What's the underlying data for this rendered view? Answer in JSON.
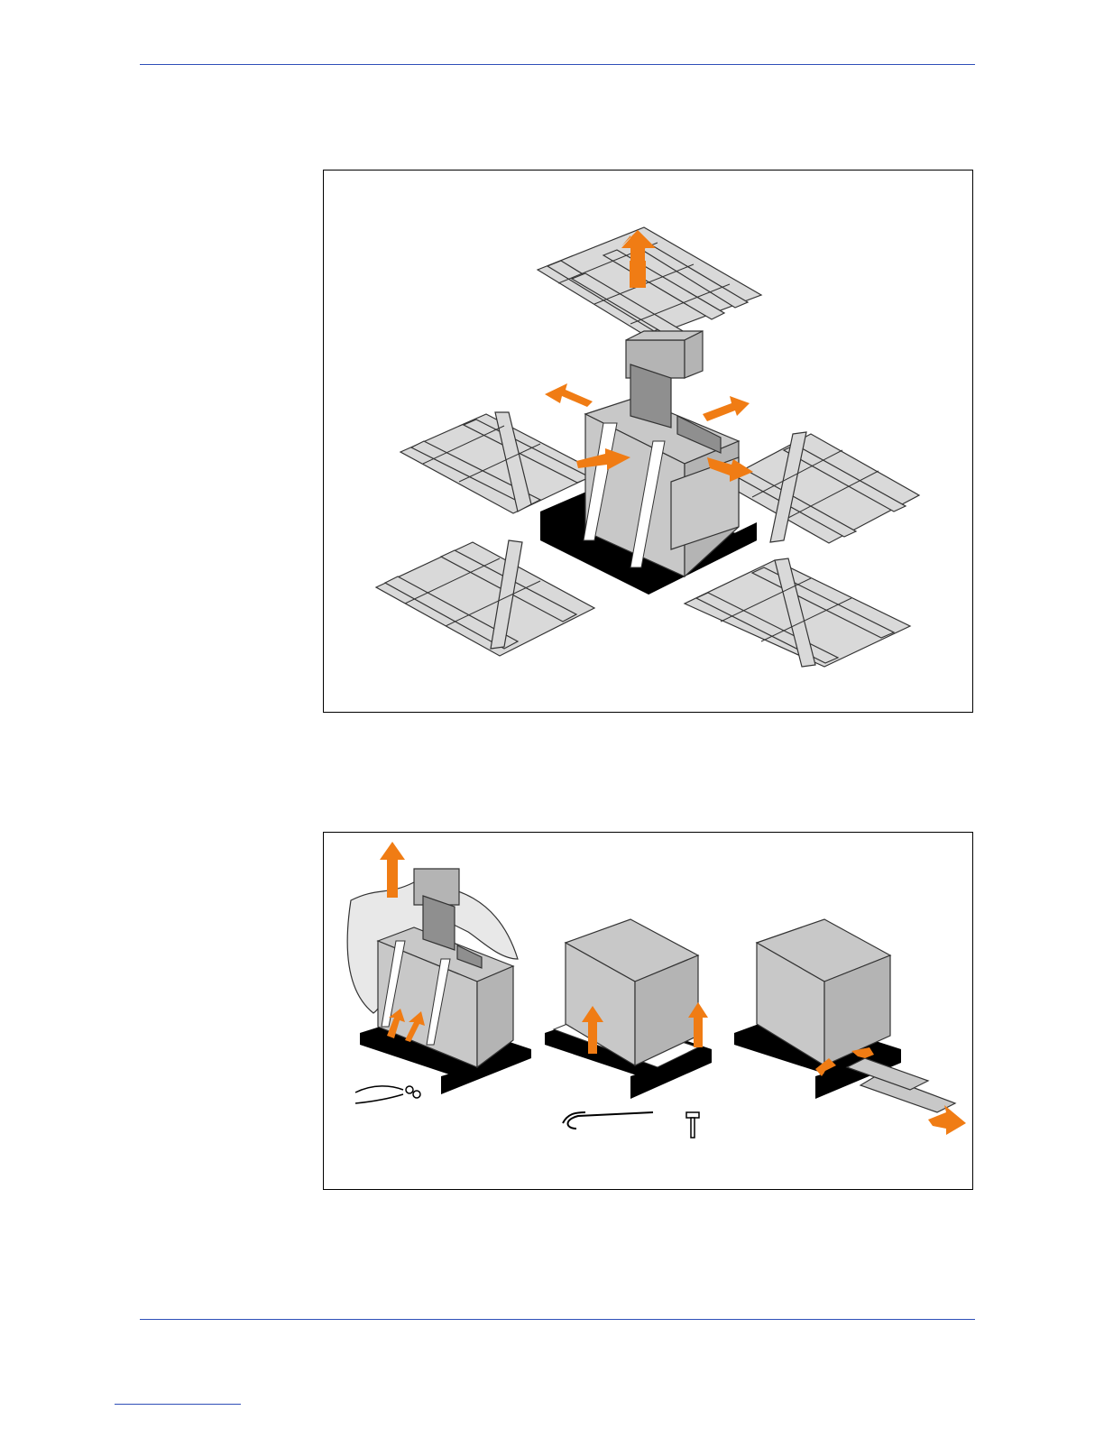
{
  "page": {
    "figures": [
      {
        "id": "fig1",
        "icon": "crate-disassembly-illustration"
      },
      {
        "id": "fig2",
        "icon": "unpacking-steps-illustration"
      }
    ],
    "colors": {
      "rule": "#2f4fb8",
      "arrow": "#f07c14",
      "panel": "#d9d9d9",
      "machine": "#c6c6c6",
      "dark": "#9a9a9a",
      "pallet": "#000000"
    }
  }
}
